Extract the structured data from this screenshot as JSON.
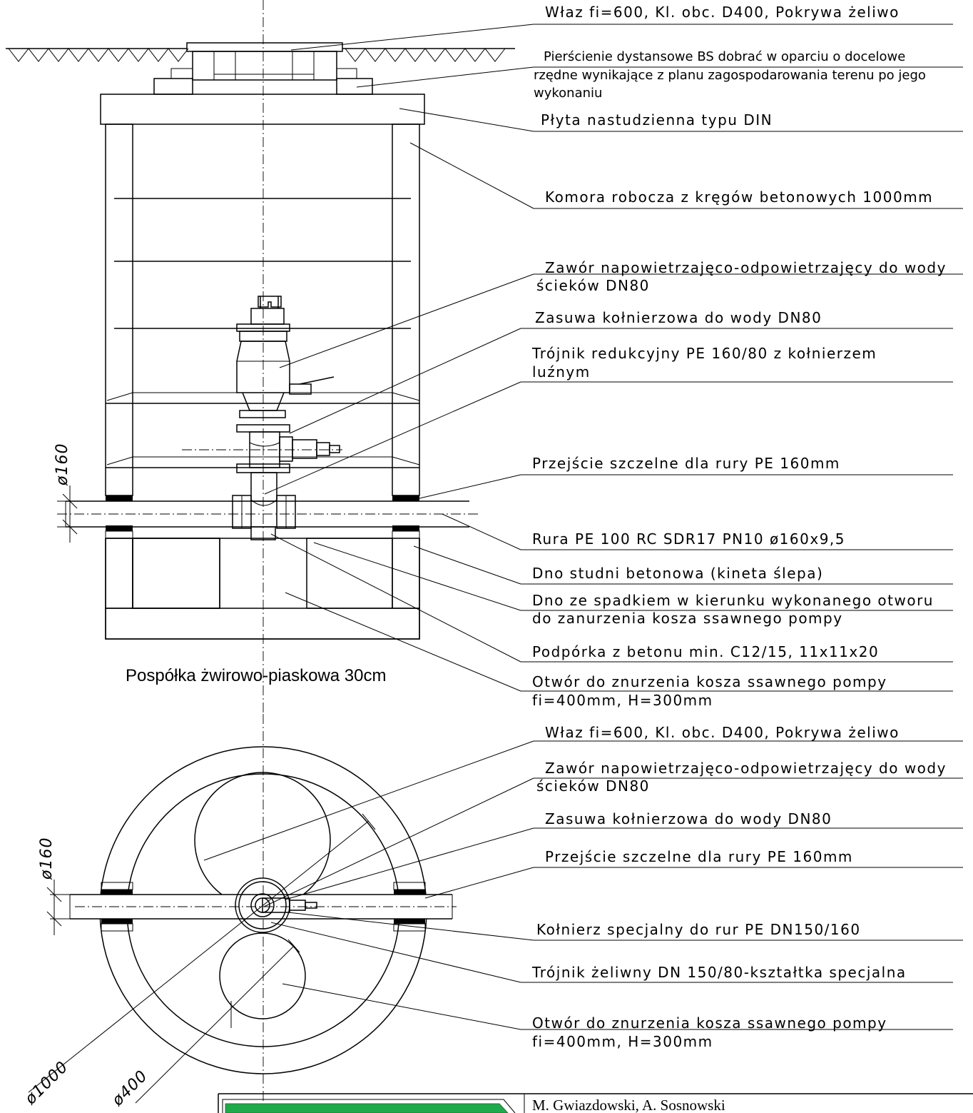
{
  "section_labels": [
    {
      "id": "s1",
      "lines": [
        "Właz fi=600, Kl. obc. D400, Pokrywa żeliwo"
      ]
    },
    {
      "id": "s2",
      "lines": [
        "Pierścienie dystansowe BS dobrać w oparciu o docelowe",
        "rzędne wynikające z planu zagospodarowania terenu po jego",
        "wykonaniu"
      ]
    },
    {
      "id": "s3",
      "lines": [
        "Płyta nastudzienna typu DIN"
      ]
    },
    {
      "id": "s4",
      "lines": [
        "Komora robocza z kręgów betonowych 1000mm"
      ]
    },
    {
      "id": "s5",
      "lines": [
        "Zawór napowietrzajęco-odpowietrzajęcy do wody",
        "ścieków DN80"
      ]
    },
    {
      "id": "s6",
      "lines": [
        "Zasuwa kołnierzowa do wody DN80"
      ]
    },
    {
      "id": "s7",
      "lines": [
        "Trójnik redukcyjny PE 160/80 z kołnierzem",
        "luźnym"
      ]
    },
    {
      "id": "s8",
      "lines": [
        "Przejście szczelne dla rury PE 160mm"
      ]
    },
    {
      "id": "s9",
      "lines": [
        "Rura PE 100 RC SDR17 PN10 ø160x9,5"
      ]
    },
    {
      "id": "s10",
      "lines": [
        "Dno studni betonowa (kineta ślepa)"
      ]
    },
    {
      "id": "s11",
      "lines": [
        "Dno ze spadkiem w kierunku wykonanego otworu",
        "do zanurzenia kosza ssawnego pompy"
      ]
    },
    {
      "id": "s12",
      "lines": [
        "Podpórka z betonu min. C12/15, 11x11x20"
      ]
    },
    {
      "id": "s13",
      "lines": [
        "Otwór do znurzenia kosza ssawnego pompy",
        "fi=400mm, H=300mm"
      ]
    }
  ],
  "plan_labels": [
    {
      "id": "p1",
      "lines": [
        "Właz fi=600, Kl. obc. D400, Pokrywa żeliwo"
      ]
    },
    {
      "id": "p2",
      "lines": [
        "Zawór napowietrzajęco-odpowietrzajęcy do wody",
        "ścieków DN80"
      ]
    },
    {
      "id": "p3",
      "lines": [
        "Zasuwa kołnierzowa do wody DN80"
      ]
    },
    {
      "id": "p4",
      "lines": [
        "Przejście szczelne dla rury PE 160mm"
      ]
    },
    {
      "id": "p5",
      "lines": [
        "Kołnierz specjalny do rur PE DN150/160"
      ]
    },
    {
      "id": "p6",
      "lines": [
        "Trójnik żeliwny DN 150/80-kształtka specjalna"
      ]
    },
    {
      "id": "p7",
      "lines": [
        "Otwór do znurzenia kosza ssawnego pompy",
        "fi=400mm, H=300mm"
      ]
    }
  ],
  "caption": "Pospółka żwirowo-piaskowa 30cm",
  "dimensions": {
    "pipe_section": "ø160",
    "pipe_plan": "ø160",
    "well_diameter": "ø1000",
    "hole_diameter": "ø400"
  },
  "authors": "M. Gwiazdowski, A. Sosnowski",
  "colors": {
    "stamp_green": "#1faa4a",
    "line": "#000000"
  }
}
